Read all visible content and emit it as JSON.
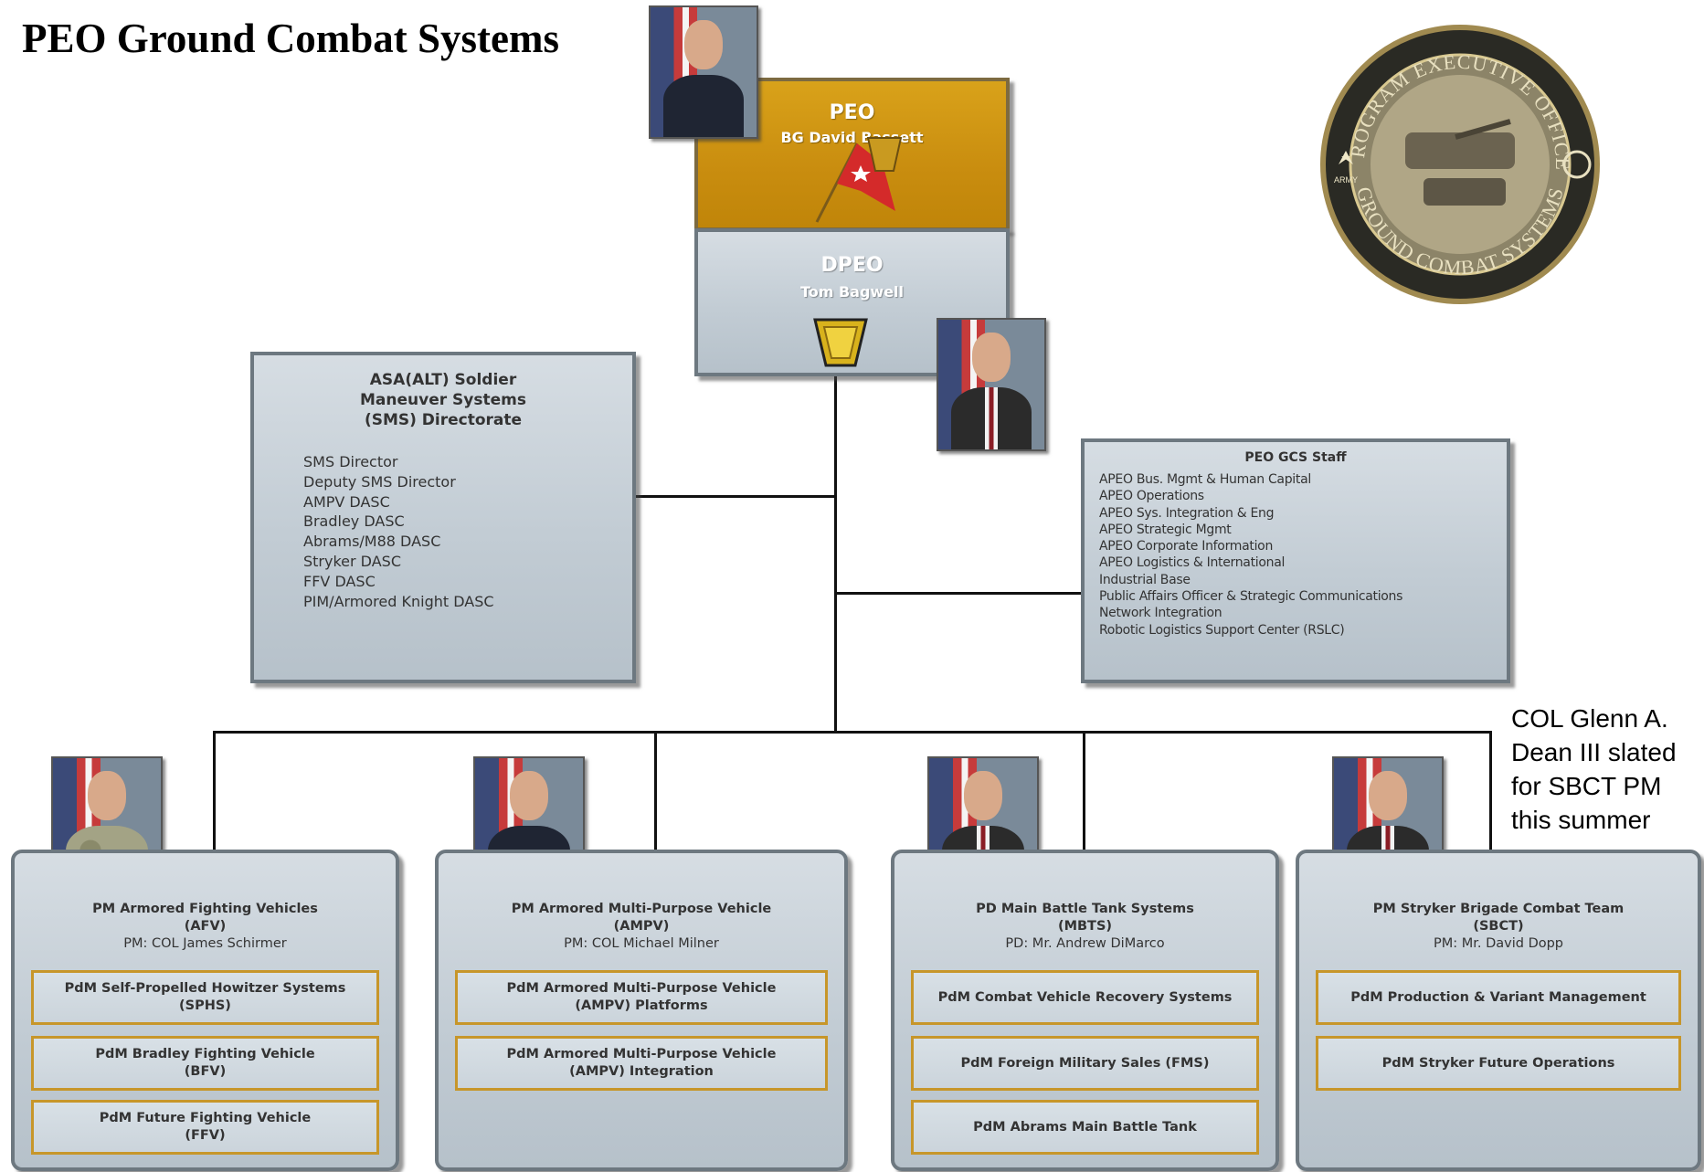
{
  "title": "PEO Ground Combat Systems",
  "note": "COL Glenn A. Dean III slated for  SBCT PM this summer",
  "peo": {
    "role": "PEO",
    "name": "BG David Bassett"
  },
  "dpeo": {
    "role": "DPEO",
    "name": "Tom Bagwell"
  },
  "seal": {
    "top_text": "PROGRAM EXECUTIVE OFFICE",
    "bottom_text": "GROUND COMBAT SYSTEMS",
    "emblem": "ARMY"
  },
  "sms": {
    "title_lines": [
      "ASA(ALT) Soldier",
      "Maneuver Systems",
      "(SMS) Directorate"
    ],
    "items": [
      "SMS Director",
      "Deputy  SMS Director",
      "AMPV DASC",
      "Bradley DASC",
      "Abrams/M88 DASC",
      "Stryker DASC",
      "FFV DASC",
      "PIM/Armored Knight DASC"
    ]
  },
  "staff": {
    "title": "PEO GCS Staff",
    "items": [
      "APEO Bus. Mgmt & Human Capital",
      "APEO Operations",
      "APEO Sys. Integration & Eng",
      "APEO Strategic Mgmt",
      "APEO Corporate Information",
      "APEO Logistics & International",
      "Industrial Base",
      "Public Affairs Officer & Strategic Communications",
      "Network Integration",
      "Robotic Logistics Support Center (RSLC)"
    ]
  },
  "pms": [
    {
      "title": "PM Armored Fighting Vehicles",
      "abbr": "(AFV)",
      "leader": "PM: COL James Schirmer",
      "subs": [
        {
          "line1": "PdM Self-Propelled Howitzer Systems",
          "line2": "(SPHS)"
        },
        {
          "line1": "PdM Bradley Fighting Vehicle",
          "line2": "(BFV)"
        },
        {
          "line1": "PdM Future Fighting Vehicle",
          "line2": "(FFV)"
        }
      ]
    },
    {
      "title": "PM Armored Multi-Purpose Vehicle",
      "abbr": "(AMPV)",
      "leader": "PM: COL Michael Milner",
      "subs": [
        {
          "line1": "PdM Armored Multi-Purpose Vehicle",
          "line2": "(AMPV) Platforms"
        },
        {
          "line1": "PdM Armored Multi-Purpose Vehicle",
          "line2": "(AMPV) Integration"
        }
      ]
    },
    {
      "title": "PD Main Battle Tank Systems",
      "abbr": "(MBTS)",
      "leader": "PD: Mr. Andrew DiMarco",
      "subs": [
        {
          "line1": "PdM Combat Vehicle Recovery Systems",
          "line2": ""
        },
        {
          "line1": "PdM Foreign Military Sales (FMS)",
          "line2": ""
        },
        {
          "line1": "PdM Abrams Main Battle Tank",
          "line2": ""
        }
      ]
    },
    {
      "title": "PM Stryker Brigade Combat Team",
      "abbr": "(SBCT)",
      "leader": "PM: Mr. David Dopp",
      "subs": [
        {
          "line1": "PdM Production & Variant Management",
          "line2": ""
        },
        {
          "line1": "PdM Stryker Future Operations",
          "line2": ""
        }
      ]
    }
  ]
}
